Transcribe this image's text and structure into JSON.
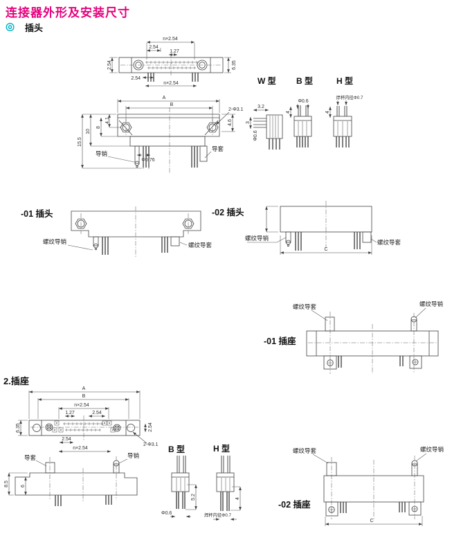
{
  "page": {
    "title": "连接器外形及安装尺寸",
    "section_plug_bullet": "◎",
    "section_plug": "插头",
    "section_socket": "2.插座"
  },
  "types": {
    "w": "W 型",
    "b": "B 型",
    "h": "H 型"
  },
  "variants": {
    "plug01": "-01 插头",
    "plug02": "-02 插头",
    "socket01": "-01 插座",
    "socket02": "-02 插座"
  },
  "callouts": {
    "guide_pin": "导销",
    "guide_sleeve": "导套",
    "threaded_guide_pin": "螺纹导销",
    "threaded_guide_sleeve": "螺纹导套",
    "solder_cup_id": "焊杯内径Φ0.7"
  },
  "dims": {
    "n_pitch": "n×2.54",
    "pitch": "2.54",
    "half_pitch": "1.27",
    "height_635": "6.35",
    "a": "A",
    "b": "B",
    "c": "C",
    "h155": "15.5",
    "h10": "10",
    "h8": "8",
    "h41": "4.1",
    "h46": "4.6",
    "holes": "2-Φ3.1",
    "pin076": "Φ0.76",
    "pin06": "Φ0.6",
    "w32": "3.2",
    "w3": "3",
    "h4": "4",
    "h52": "5.2",
    "h85": "8.5",
    "h6": "6"
  },
  "colors": {
    "title": "#e5007d",
    "bullet": "#00b3c4",
    "line": "#404040"
  }
}
